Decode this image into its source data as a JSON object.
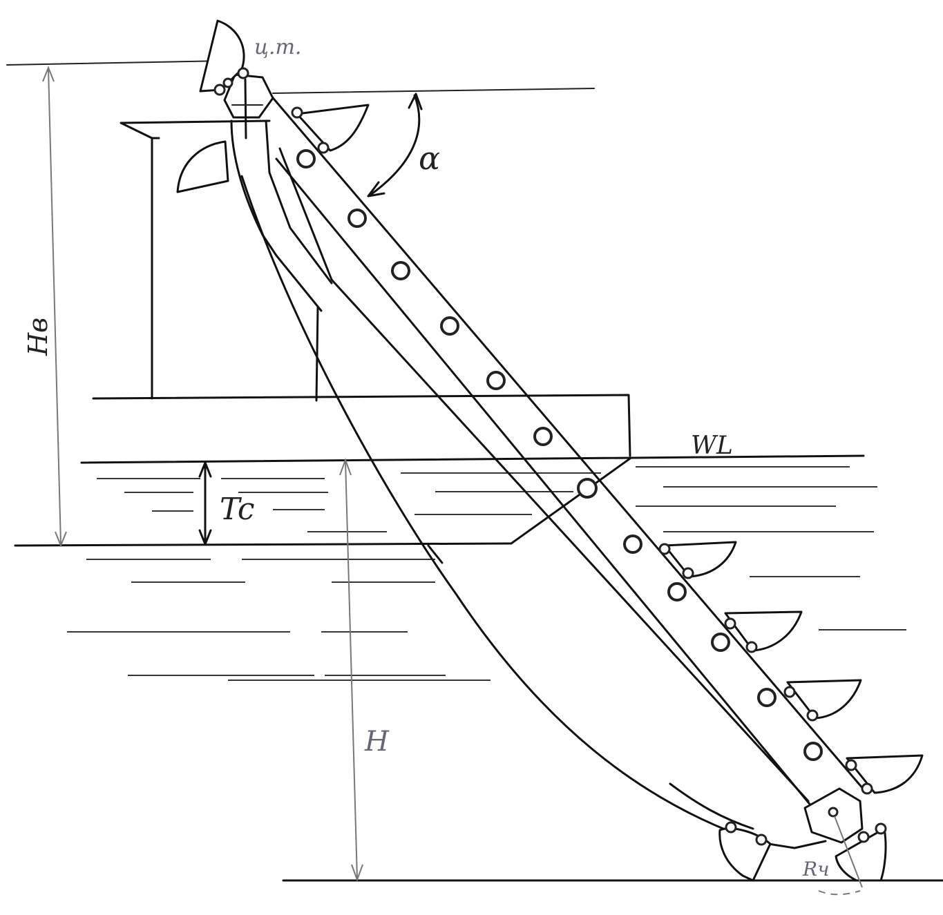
{
  "labels": {
    "center_of_gravity": "ц.т.",
    "ladder_angle": "α",
    "upper_height": "Hв",
    "waterline": "WL",
    "draft": "Tc",
    "depth": "H",
    "tumbler_radius": "Rч"
  },
  "colors": {
    "ink": "#111111",
    "dimension": "#777777",
    "paper": "#ffffff"
  },
  "icons": {
    "bucket": "bucket-icon",
    "roller": "roller-icon",
    "tumbler": "tumbler-icon"
  }
}
